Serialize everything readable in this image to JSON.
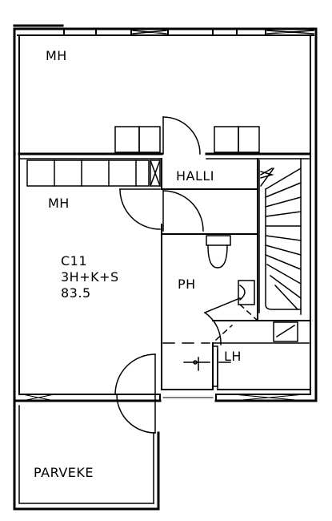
{
  "plan": {
    "stroke_color": "#000000",
    "background": "#ffffff",
    "rooms": {
      "mh_top": "MH",
      "mh_left": "MH",
      "halli": "HALLI",
      "ph": "PH",
      "lh": "LH",
      "parveke": "PARVEKE"
    },
    "apartment": {
      "code": "C11",
      "type": "3H+K+S",
      "area": "83.5"
    }
  }
}
